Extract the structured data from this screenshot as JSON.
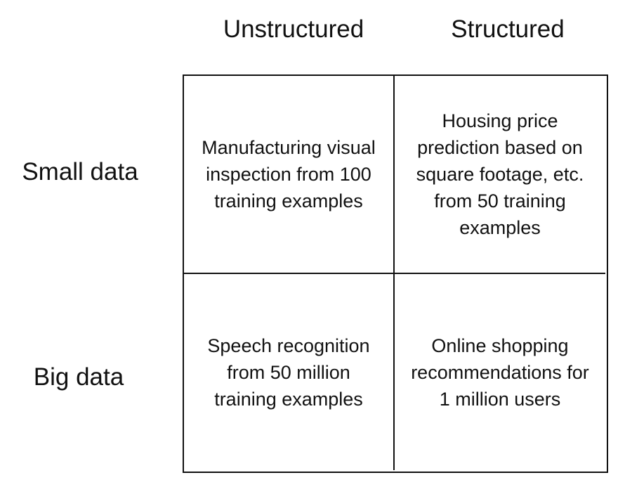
{
  "columns": [
    "Unstructured",
    "Structured"
  ],
  "rows": [
    "Small data",
    "Big data"
  ],
  "cells": [
    [
      "Manufacturing visual inspection from 100 training examples",
      "Housing price prediction based on square footage, etc. from 50 training examples"
    ],
    [
      "Speech recognition from 50 million training examples",
      "Online shopping recommendations for 1 million users"
    ]
  ]
}
